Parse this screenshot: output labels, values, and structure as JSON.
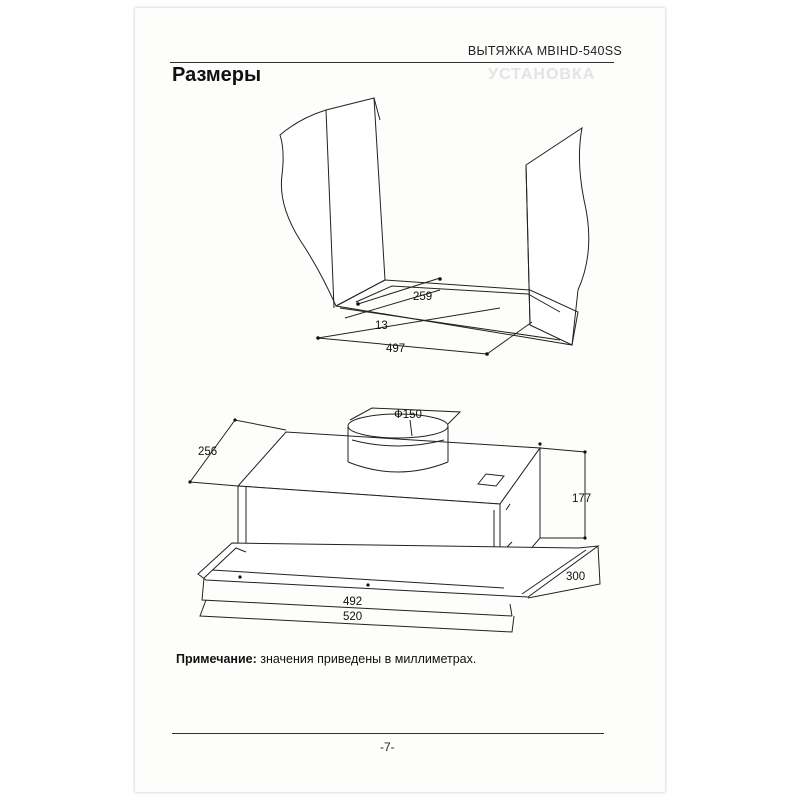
{
  "header": {
    "product_title": "ВЫТЯЖКА MBIHD-540SS"
  },
  "section": {
    "title": "Размеры",
    "watermark": "УСТАНОВКА"
  },
  "cabinet_dimensions": {
    "inner_depth": "259",
    "offset": "13",
    "width": "497"
  },
  "hood_dimensions": {
    "duct_diameter": "Ф150",
    "depth": "256",
    "height": "177",
    "front_depth": "300",
    "body_width": "492",
    "total_width": "520"
  },
  "note": {
    "label": "Примечание:",
    "text": " значения приведены в миллиметрах."
  },
  "footer": {
    "page_number": "-7-"
  }
}
